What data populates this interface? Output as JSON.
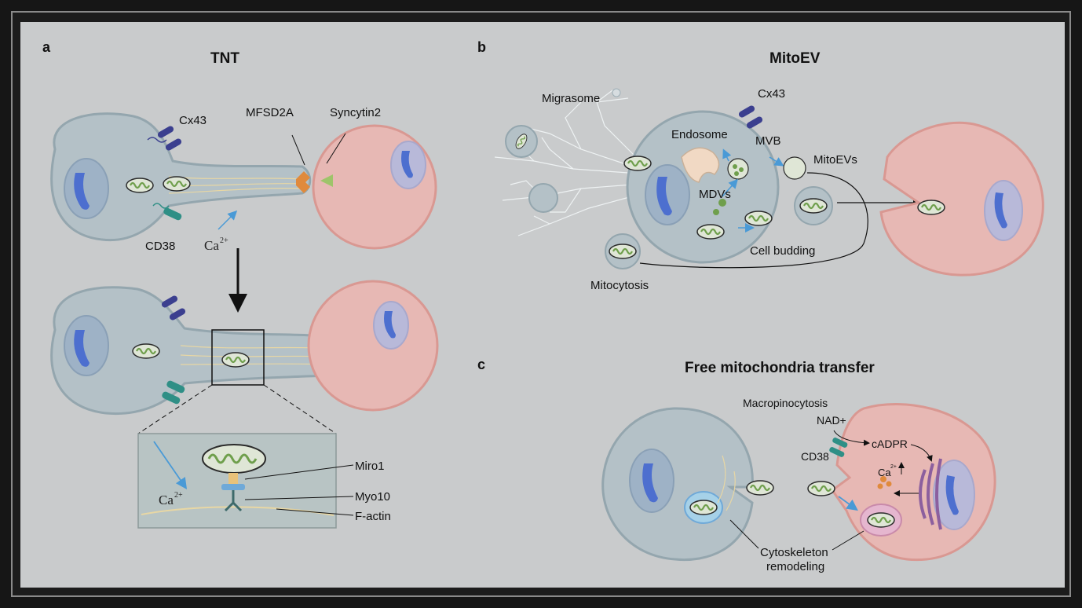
{
  "panels": {
    "a": {
      "letter": "a",
      "title": "TNT"
    },
    "b": {
      "letter": "b",
      "title": "MitoEV"
    },
    "c": {
      "letter": "c",
      "title": "Free mitochondria transfer"
    }
  },
  "labels_a": {
    "cx43": "Cx43",
    "mfsd2a": "MFSD2A",
    "syncytin2": "Syncytin2",
    "cd38": "CD38",
    "ca": "Ca",
    "ca_sup": "2+",
    "miro1": "Miro1",
    "myo10": "Myo10",
    "factin": "F-actin"
  },
  "labels_b": {
    "migrasome": "Migrasome",
    "cx43": "Cx43",
    "endosome": "Endosome",
    "mvb": "MVB",
    "mitoevs": "MitoEVs",
    "mdvs": "MDVs",
    "cell_budding": "Cell budding",
    "mitocytosis": "Mitocytosis"
  },
  "labels_c": {
    "macropinocytosis": "Macropinocytosis",
    "nad": "NAD+",
    "cadpr": "cADPR",
    "cd38": "CD38",
    "ca": "Ca",
    "ca_sup": "2+",
    "cyto_line1": "Cytoskeleton",
    "cyto_line2": "remodeling"
  },
  "colors": {
    "panel_bg": "#c9cbcc",
    "donor_cell": "#b4c1c7",
    "recipient_cell": "#e7b8b4",
    "nucleus": "#4d6fcf",
    "mitochondria": "#7fae5e",
    "cx43": "#3b3f8f",
    "cd38": "#2f8f86",
    "arrow_blue": "#4a9ad6"
  }
}
